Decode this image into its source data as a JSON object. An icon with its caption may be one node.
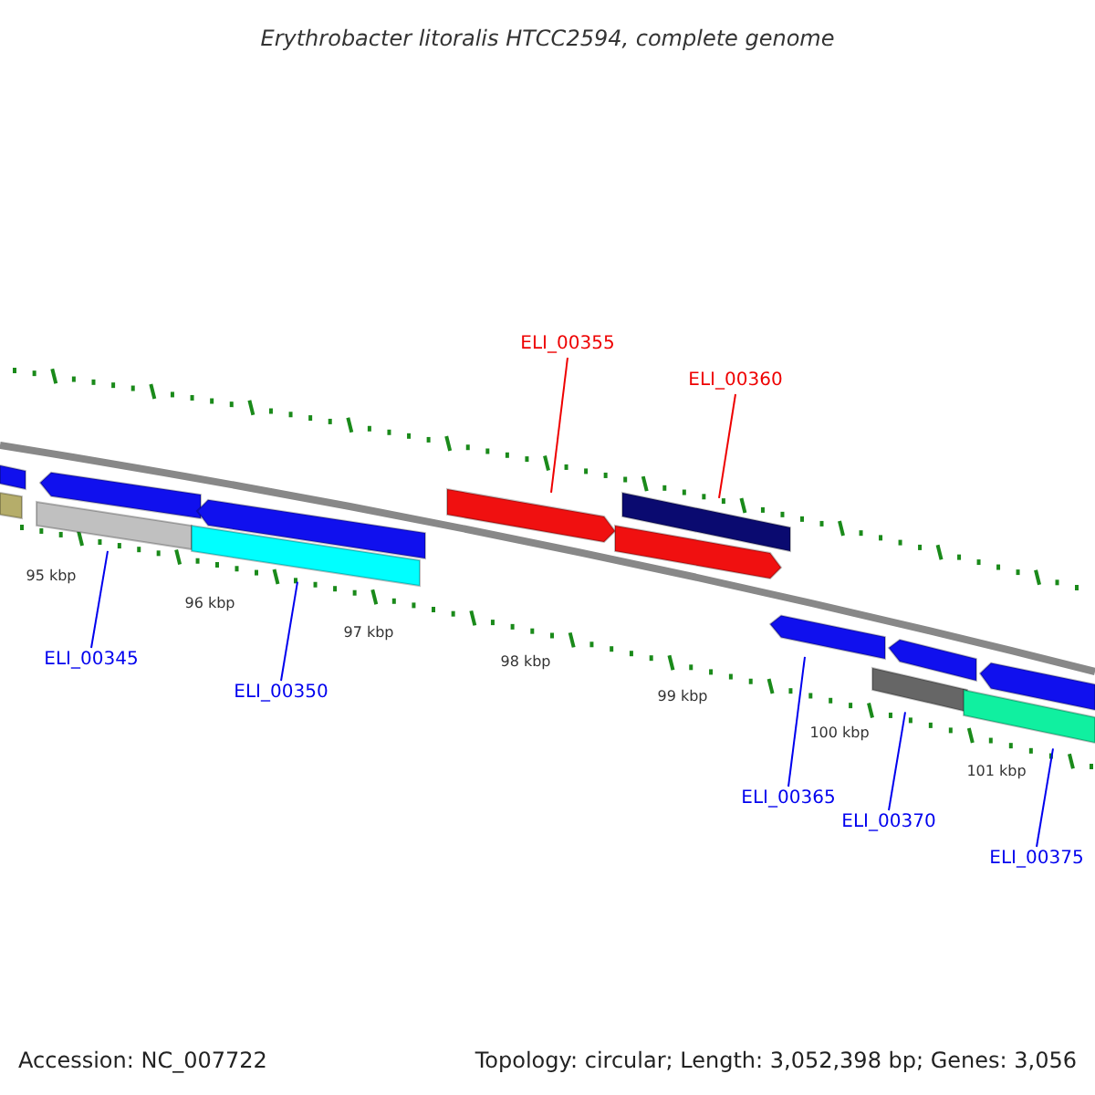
{
  "diagram": {
    "title": "Erythrobacter litoralis HTCC2594, complete genome",
    "nodes": [
      {
        "text": [
          "ELI_00345"
        ]
      },
      {
        "text": [
          "ELI_00350"
        ]
      },
      {
        "text": [
          "ELI_00355"
        ]
      },
      {
        "text": [
          "ELI_00360"
        ]
      },
      {
        "text": [
          "ELI_00365"
        ]
      },
      {
        "text": [
          "ELI_00370"
        ]
      },
      {
        "text": [
          "ELI_00375"
        ]
      },
      {
        "text": [],
        "shape": "bar"
      },
      {
        "text": [],
        "shape": "bar"
      },
      {
        "text": [],
        "shape": "arrow"
      },
      {
        "text": [],
        "shape": "bar"
      },
      {
        "text": [],
        "shape": "arrow"
      },
      {
        "text": [],
        "shape": "bar"
      },
      {
        "text": [],
        "shape": "arrow"
      },
      {
        "text": [],
        "shape": "bar"
      },
      {
        "text": [],
        "shape": "arrow"
      },
      {
        "text": [],
        "shape": "arrow"
      },
      {
        "text": [],
        "shape": "bar"
      },
      {
        "text": [],
        "shape": "arrow"
      },
      {
        "text": [],
        "shape": "bar"
      },
      {
        "text": [],
        "shape": "arrow"
      }
    ],
    "edges": [
      {
        "from": 0,
        "to": 10,
        "arrow": "none"
      },
      {
        "from": 1,
        "to": 12,
        "arrow": "none"
      },
      {
        "from": 2,
        "to": 13,
        "arrow": "none",
        "color": "#ee0000"
      },
      {
        "from": 3,
        "to": 14,
        "arrow": "none",
        "color": "#ee0000"
      },
      {
        "from": 4,
        "to": 16,
        "arrow": "none"
      },
      {
        "from": 5,
        "to": 17,
        "arrow": "none"
      },
      {
        "from": 6,
        "to": 19,
        "arrow": "none"
      }
    ],
    "labels": [
      "95 kbp",
      "96 kbp",
      "97 kbp",
      "98 kbp",
      "99 kbp",
      "100 kbp",
      "101 kbp",
      "Accession: NC_007722",
      "Topology: circular; Length: 3,052,398 bp; Genes: 3,056"
    ]
  }
}
